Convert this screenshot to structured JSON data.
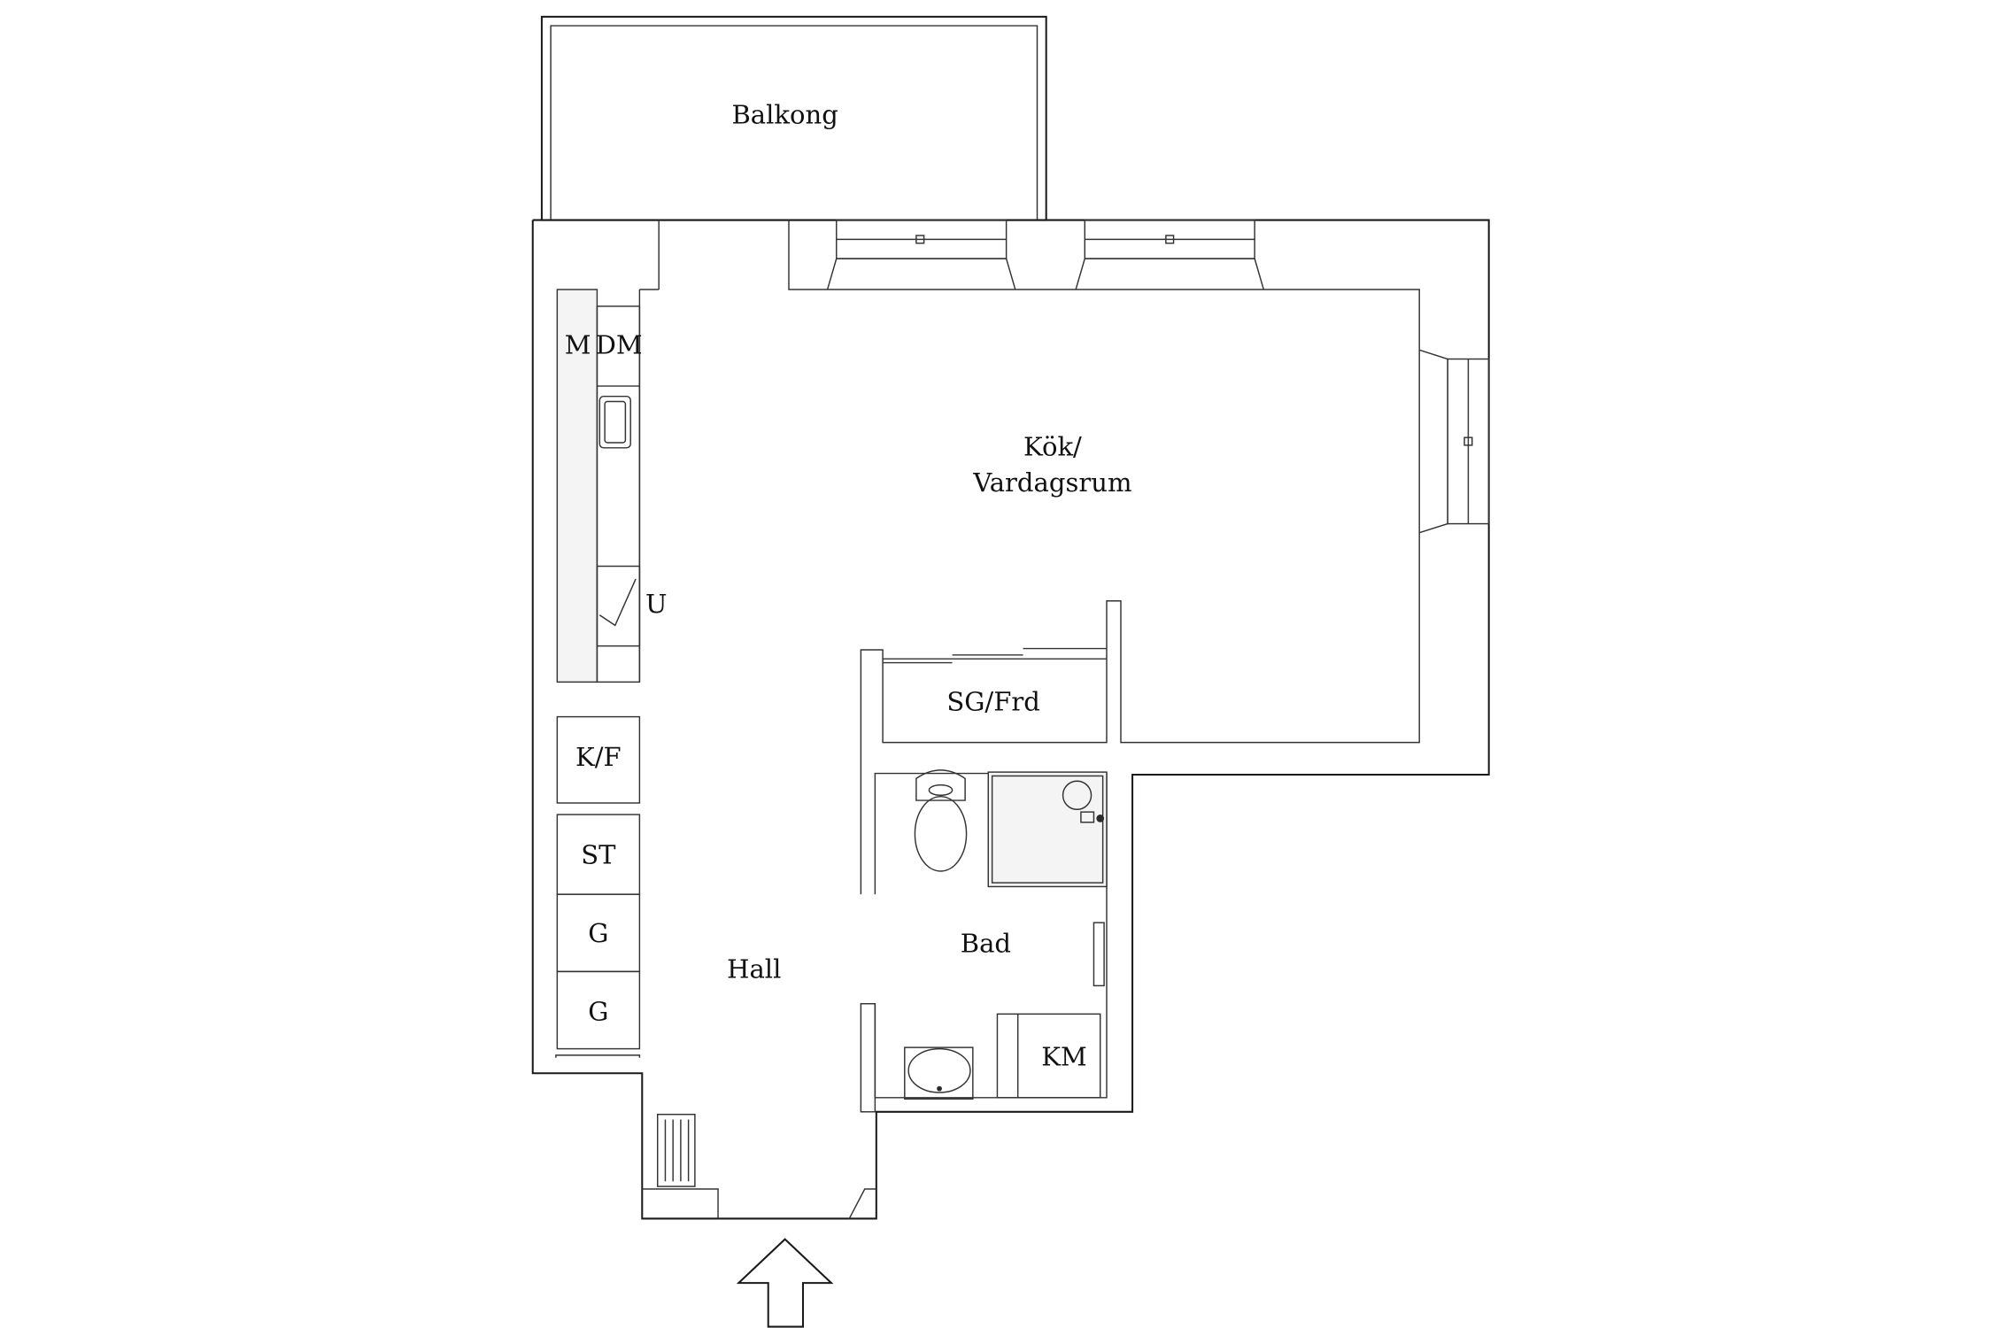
{
  "rooms": {
    "balcony": "Balkong",
    "kitchen_line1": "Kök/",
    "kitchen_line2": "Vardagsrum",
    "wardrobe": "SG/Frd",
    "bathroom": "Bad",
    "hall": "Hall"
  },
  "fixtures": {
    "microwave": "M",
    "dishwasher": "DM",
    "oven": "U",
    "fridge_freezer": "K/F",
    "storage": "ST",
    "wardrobe_1": "G",
    "wardrobe_2": "G",
    "washing_machine": "KM"
  },
  "colors": {
    "line": "#1a1a1a",
    "background": "#ffffff"
  }
}
